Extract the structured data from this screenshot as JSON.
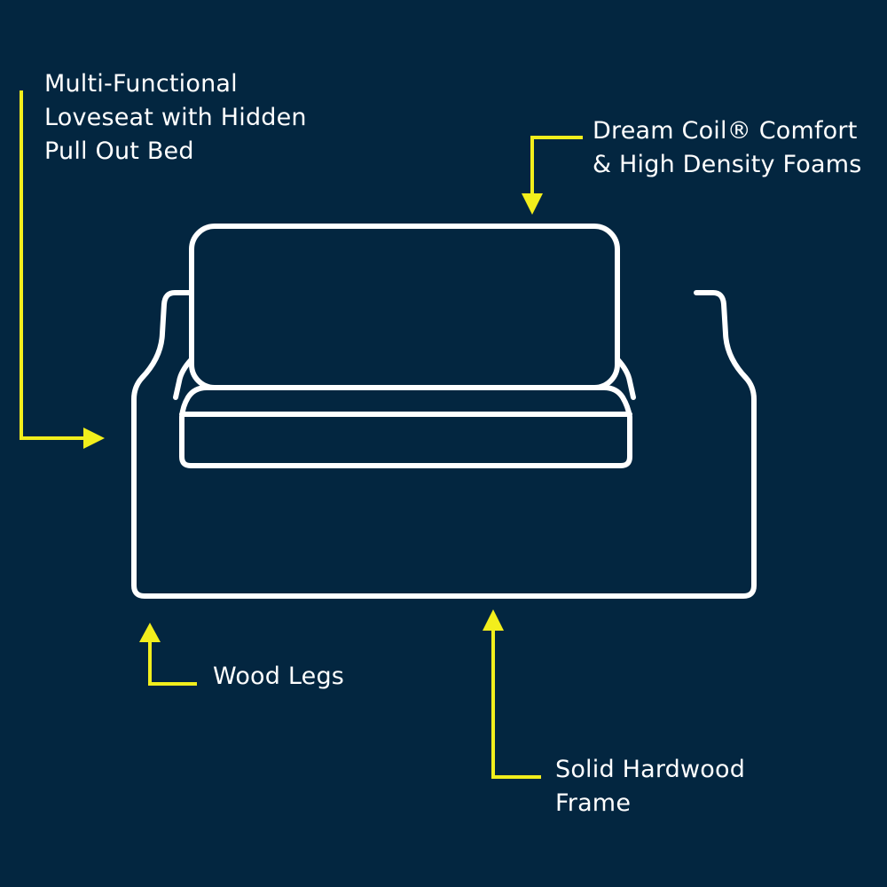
{
  "colors": {
    "background": "#032640",
    "accent": "#f2ee1c",
    "outline": "#ffffff"
  },
  "callouts": {
    "multi_functional": {
      "lines": [
        "Multi-Functional",
        "Loveseat with Hidden",
        "Pull Out Bed"
      ]
    },
    "dream_coil": {
      "lines": [
        "Dream Coil® Comfort",
        "& High Density Foams"
      ]
    },
    "wood_legs": {
      "lines": [
        "Wood Legs"
      ]
    },
    "hardwood_frame": {
      "lines": [
        "Solid Hardwood",
        "Frame"
      ]
    }
  }
}
